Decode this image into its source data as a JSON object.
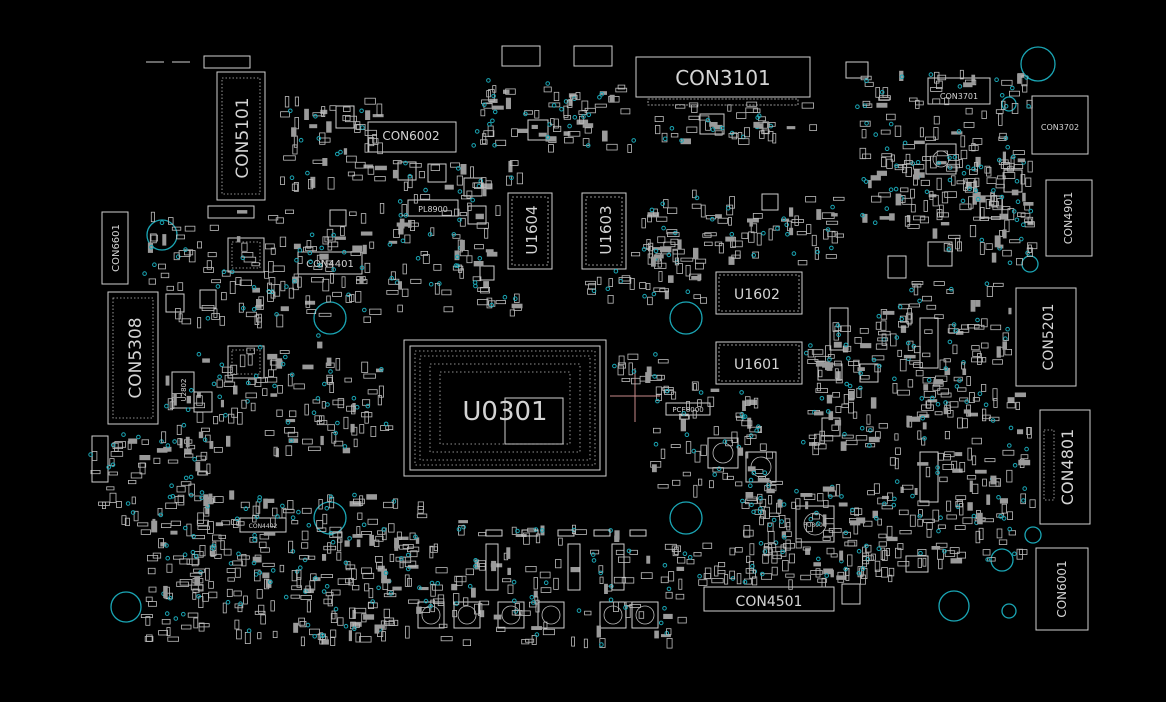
{
  "labels": {
    "u0301": "U0301",
    "u1601": "U1601",
    "u1602": "U1602",
    "u1603": "U1603",
    "u1604": "U1604",
    "con3101": "CON3101",
    "con5101": "CON5101",
    "con5308": "CON5308",
    "con6002": "CON6002",
    "con4401": "CON4401",
    "con4501": "CON4501",
    "con4801": "CON4801",
    "con5201": "CON5201",
    "con6001": "CON6001",
    "con6601": "CON6601",
    "con3701": "CON3701",
    "con3702": "CON3702",
    "con4402": "CON4402",
    "con4901": "CON4901",
    "pl8900": "PL8900",
    "pce8000": "PCE8000",
    "pu8000": "PU8000",
    "u2802": "U2802"
  },
  "colors": {
    "background": "#000000",
    "silkscreen": "#cfcfcf",
    "via": "#1aa6b5",
    "crosshair": "#c98a8a"
  }
}
